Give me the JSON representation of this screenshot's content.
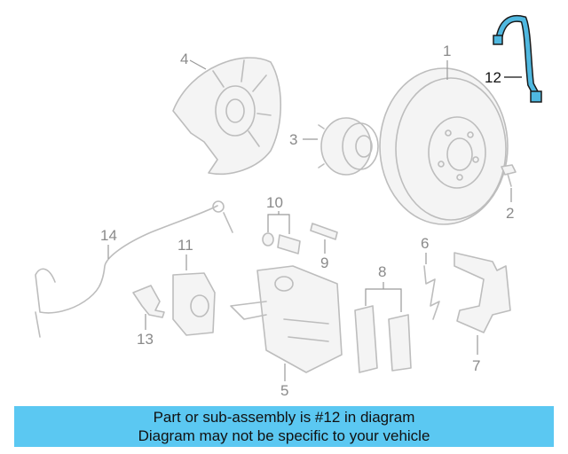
{
  "callouts": {
    "c1": "1",
    "c2": "2",
    "c3": "3",
    "c4": "4",
    "c5": "5",
    "c6": "6",
    "c7": "7",
    "c8": "8",
    "c9": "9",
    "c10": "10",
    "c11": "11",
    "c12": "12",
    "c13": "13",
    "c14": "14"
  },
  "highlight_color": "#4fb8e0",
  "banner": {
    "line1": "Part or sub-assembly is #12 in diagram",
    "line2": "Diagram may not be specific to your vehicle",
    "color": "#5bc8f2"
  }
}
